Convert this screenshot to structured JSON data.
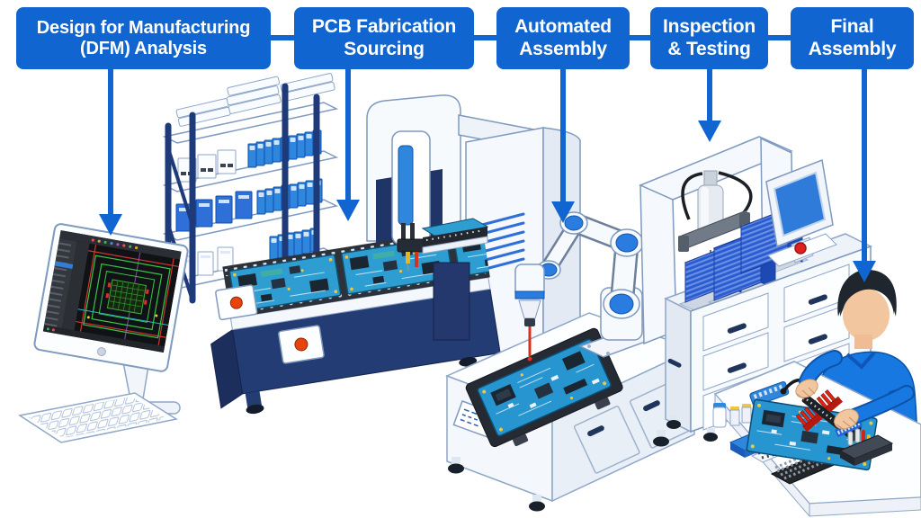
{
  "diagram": {
    "background": "#ffffff",
    "accent": "#1065d0",
    "stages": [
      {
        "label": "Design for Manufacturing (DFM) Analysis",
        "scene": "cad-workstation-monitor-and-keyboard"
      },
      {
        "label": "PCB Fabrication Sourcing",
        "scene": "component-rack-and-fabrication-conveyor"
      },
      {
        "label": "Automated Assembly",
        "scene": "robotic-arm-pcb-assembly-station"
      },
      {
        "label": "Inspection & Testing",
        "scene": "gantry-inspection-station-with-monitor"
      },
      {
        "label": "Final Assembly",
        "scene": "technician-manual-assembly-desk"
      }
    ],
    "colors": {
      "label_blue": "#1065d0",
      "navy": "#233c74",
      "outline": "#7f99bf",
      "machine_white": "#f5f8fc",
      "belt_dark": "#2c313a",
      "pcb_teal": "#2e9ed2",
      "pcb_board": "#2795cf",
      "chip_dark": "#1b2633",
      "stack_blue": "#2a5cd0",
      "robot_joint_blue": "#2b7ce0",
      "alert_red": "#e01f1f",
      "corner_dot_orange": "#e8430d",
      "shirt_blue": "#1778e2",
      "skin": "#f2c7a0",
      "hair": "#20262e",
      "yellow": "#f2c53d"
    }
  }
}
